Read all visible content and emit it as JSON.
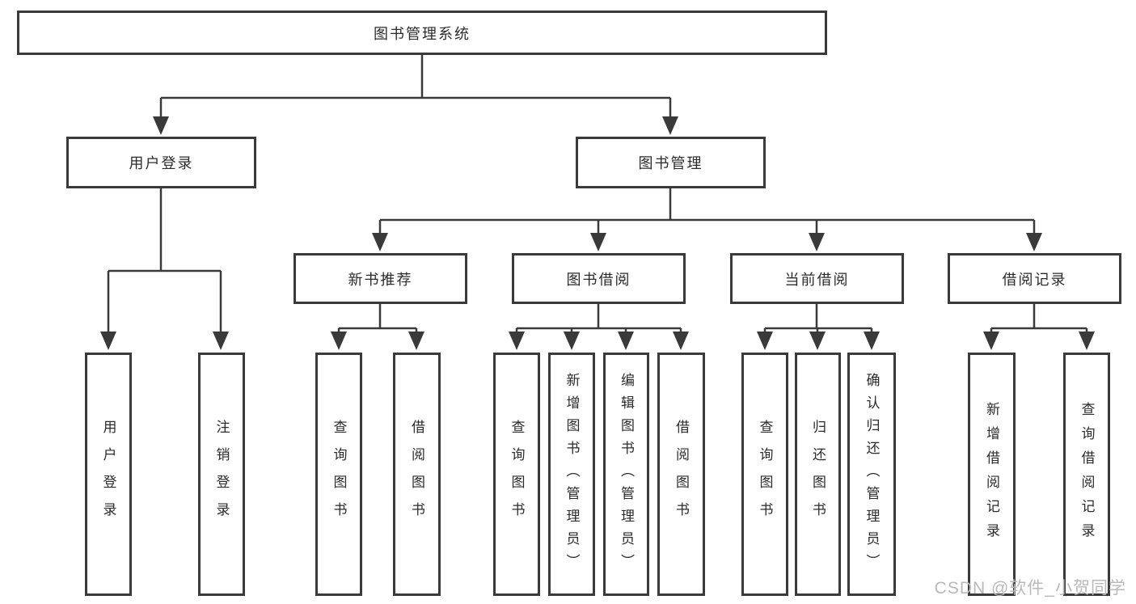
{
  "diagram": {
    "root": {
      "label": "图书管理系统"
    },
    "branches": [
      {
        "label": "用户登录",
        "children": [
          {
            "label": "用户登录"
          },
          {
            "label": "注销登录"
          }
        ]
      },
      {
        "label": "图书管理",
        "children": [
          {
            "label": "新书推荐",
            "children": [
              {
                "label": "查询图书"
              },
              {
                "label": "借阅图书"
              }
            ]
          },
          {
            "label": "图书借阅",
            "children": [
              {
                "label": "查询图书"
              },
              {
                "label": "新增图书（管理员）"
              },
              {
                "label": "编辑图书（管理员）"
              },
              {
                "label": "借阅图书"
              }
            ]
          },
          {
            "label": "当前借阅",
            "children": [
              {
                "label": "查询图书"
              },
              {
                "label": "归还图书"
              },
              {
                "label": "确认归还（管理员）"
              }
            ]
          },
          {
            "label": "借阅记录",
            "children": [
              {
                "label": "新增借阅记录"
              },
              {
                "label": "查询借阅记录"
              }
            ]
          }
        ]
      }
    ]
  },
  "watermark": "CSDN @软件_小贺同学",
  "colors": {
    "line": "#3a3a3a",
    "text": "#2b2b2b",
    "watermark": "#b9b9b9",
    "background": "#ffffff"
  }
}
